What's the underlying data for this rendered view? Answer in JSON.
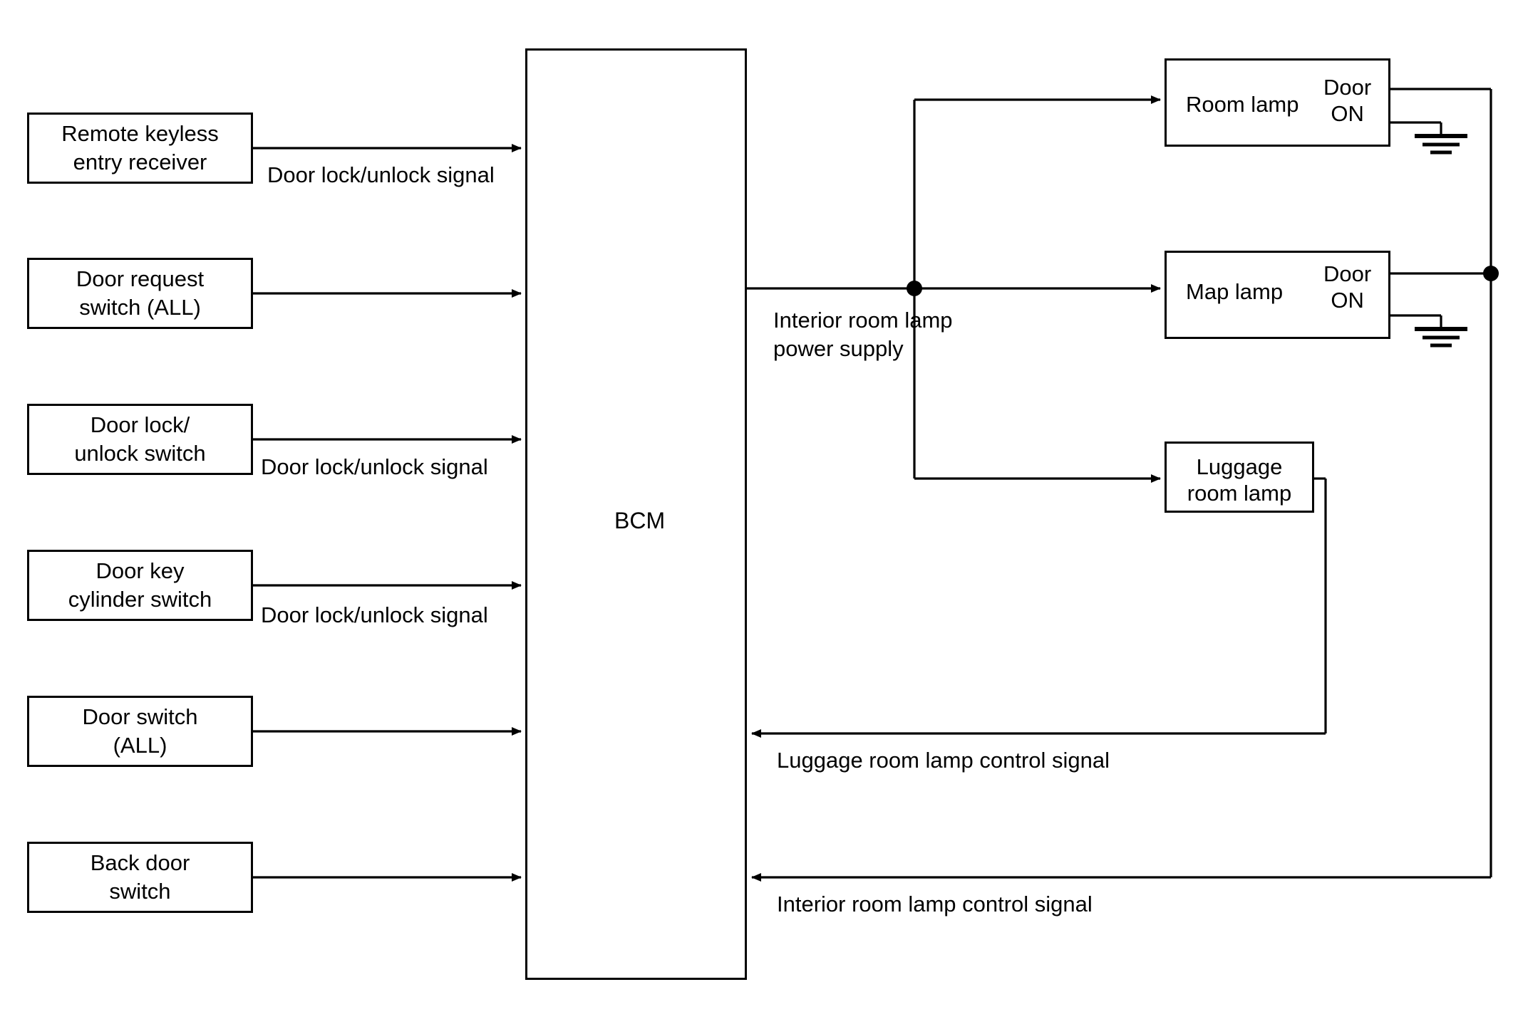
{
  "diagram": {
    "title": "BCM interior room lamp control block diagram",
    "type": "block-diagram",
    "stroke_color": "#000000",
    "background_color": "#ffffff"
  },
  "controller": {
    "label": "BCM"
  },
  "inputs": [
    {
      "id": "remote-keyless-entry-receiver",
      "line1": "Remote keyless",
      "line2": "entry receiver",
      "signal": "Door lock/unlock signal"
    },
    {
      "id": "door-request-switch",
      "line1": "Door request",
      "line2": "switch (ALL)",
      "signal": ""
    },
    {
      "id": "door-lock-unlock-switch",
      "line1": "Door lock/",
      "line2": "unlock switch",
      "signal": "Door lock/unlock signal"
    },
    {
      "id": "door-key-cylinder-switch",
      "line1": "Door key",
      "line2": "cylinder switch",
      "signal": "Door lock/unlock signal"
    },
    {
      "id": "door-switch-all",
      "line1": "Door switch",
      "line2": "(ALL)",
      "signal": ""
    },
    {
      "id": "back-door-switch",
      "line1": "Back door",
      "line2": "switch",
      "signal": ""
    }
  ],
  "outputs": {
    "power_supply_label_line1": "Interior room lamp",
    "power_supply_label_line2": "power supply",
    "lamps": [
      {
        "id": "room-lamp",
        "name": "Room lamp",
        "state_line1": "Door",
        "state_line2": "ON",
        "has_ground": true
      },
      {
        "id": "map-lamp",
        "name": "Map lamp",
        "state_line1": "Door",
        "state_line2": "ON",
        "has_ground": true
      },
      {
        "id": "luggage-room-lamp",
        "name_line1": "Luggage",
        "name_line2": "room lamp",
        "has_ground": false
      }
    ]
  },
  "feedback_signals": [
    {
      "id": "luggage-room-lamp-control-signal",
      "label": "Luggage room lamp control signal"
    },
    {
      "id": "interior-room-lamp-control-signal",
      "label": "Interior room lamp control signal"
    }
  ]
}
